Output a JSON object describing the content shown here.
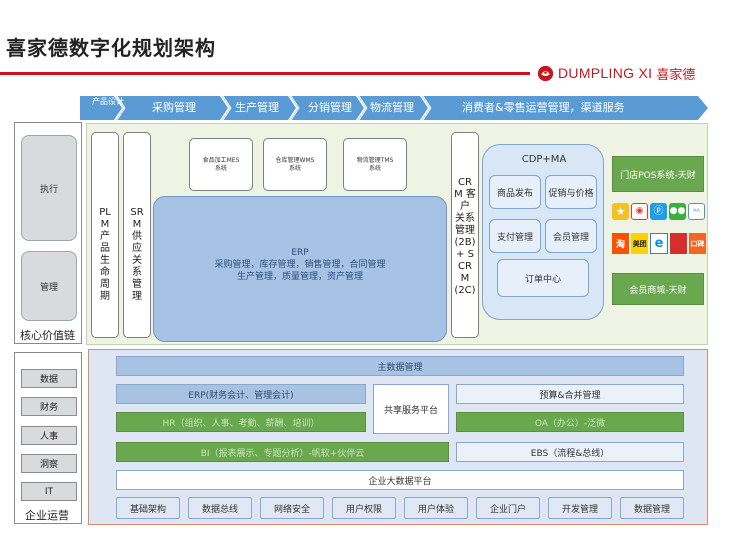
{
  "title": "喜家德数字化规划架构",
  "brand": {
    "name": "DUMPLING XI",
    "cn": "喜家德"
  },
  "banner": {
    "items": [
      "产品设计",
      "采购管理",
      "生产管理",
      "分销管理",
      "物流管理",
      "消费者&零售运营管理，渠道服务"
    ],
    "color": "#5b9bd5"
  },
  "left": {
    "core": {
      "items": [
        "执行",
        "管理"
      ],
      "label": "核心价值链"
    },
    "ops": {
      "items": [
        "数据",
        "财务",
        "人事",
        "洞察",
        "IT"
      ],
      "label": "企业运营"
    }
  },
  "core": {
    "plm": "PLM 产品 生命 周期",
    "srm": "SRM 供应 关系 管理",
    "mes": "食品加工MES 系统",
    "wms": "仓库管理WMS 系统",
    "tms": "物流管理TMS 系统",
    "erp_title": "ERP",
    "erp_line1": "采购管理，库存管理，销售管理，合同管理",
    "erp_line2": "生产管理，质量管理，资产管理",
    "crm": "CRM 客户 关系 管理 (2B) + SCRM (2C)",
    "cdp_title": "CDP+MA",
    "cdp_items": [
      "商品发布",
      "促销与价格",
      "支付管理",
      "会员管理",
      "订单中心"
    ],
    "pos": "门店POS系统-天财",
    "mall": "会员商城-天财",
    "apps_row1": [
      "star-app-icon",
      "weibo-icon",
      "alipay-icon",
      "wechat-icon",
      "fan-icon"
    ],
    "apps_row2": [
      {
        "name": "taobao-icon",
        "text": "淘"
      },
      {
        "name": "meituan-icon",
        "text": "美团"
      },
      {
        "name": "eleme-icon",
        "text": "e"
      },
      {
        "name": "koubei-icon",
        "text": ""
      },
      {
        "name": "app-tile-icon",
        "text": "口碑"
      }
    ]
  },
  "ops": {
    "mdm": "主数据管理",
    "erp_fin": "ERP(财务会计、管理会计)",
    "shared": "共享服务平台",
    "budget": "预算&合并管理",
    "hr": "HR（组织、人事、考勤、薪酬、培训）",
    "oa": "OA（办公）-泛微",
    "bi": "BI（报表展示、专题分析）-帆软+伙伴云",
    "ebs": "EBS（流程&总线）",
    "bigdata": "企业大数据平台",
    "infra": [
      "基础架构",
      "数据总线",
      "网络安全",
      "用户权限",
      "用户体验",
      "企业门户",
      "开发管理",
      "数据管理"
    ]
  }
}
